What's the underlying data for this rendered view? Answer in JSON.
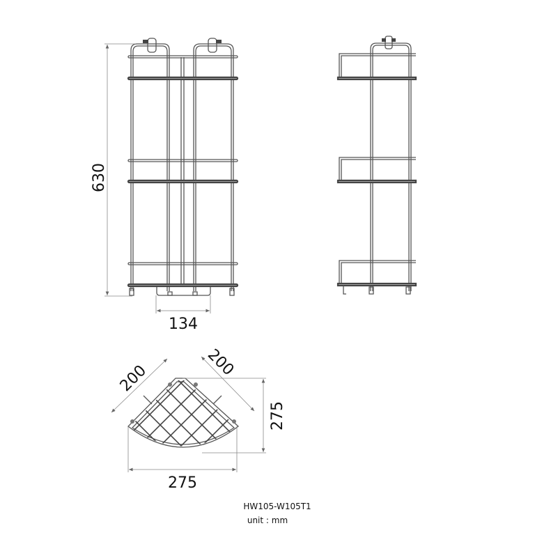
{
  "drawing": {
    "model": "HW105-W105T1",
    "unit": "unit : mm",
    "front_view": {
      "height_label": "630",
      "width_label": "134"
    },
    "plan_view": {
      "side_a_label": "200",
      "side_b_label": "200",
      "depth_label": "275",
      "width_label": "275"
    }
  }
}
